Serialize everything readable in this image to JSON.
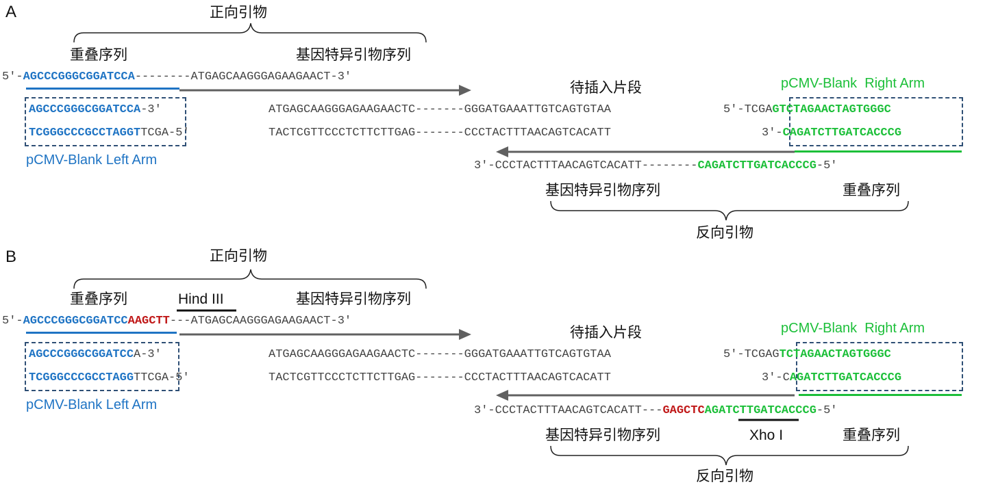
{
  "panel_a": {
    "letter": "A",
    "forward_primer_label": "正向引物",
    "overlap_label": "重叠序列",
    "gene_specific_label": "基因特异引物序列",
    "fwd_primer": {
      "prefix": "5′-",
      "overlap": "AGCCCGGGCGGATCCA",
      "gap": "--------",
      "gene": "ATGAGCAAGGGAGAAGAACT-3′"
    },
    "insert_label": "待插入片段",
    "right_arm_label": "pCMV-Blank  Right Arm",
    "left_arm_label": "pCMV-Blank Left Arm",
    "left_top": {
      "bold": "AGCCCGGGCGGATCCA",
      "rest": "-3′"
    },
    "left_bottom": {
      "bold": "TCGGGCCCGCCTAGGT",
      "rest": "TCGA-5′"
    },
    "insert_top": "ATGAGCAAGGGAGAAGAACTC",
    "insert_top_dots": "-------",
    "insert_top_end": "GGGATGAAATTGTCAGTGTAA",
    "insert_bottom": "TACTCGTTCCCTCTTCTTGAG",
    "insert_bottom_dots": "-------",
    "insert_bottom_end": "CCCTACTTTAACAGTCACATT",
    "right_top": {
      "rest": "5′-TCGA",
      "bold": "GTCTAGAACTAGTGGGC"
    },
    "right_bottom": {
      "rest": "3′-",
      "bold": "CAGATCTTGATCACCCG"
    },
    "rev_primer": {
      "gene": "3′-CCCTACTTTAACAGTCACATT",
      "gap": "--------",
      "overlap": "CAGATCTTGATCACCCG",
      "suffix": "-5′"
    },
    "rev_gene_specific_label": "基因特异引物序列",
    "rev_overlap_label": "重叠序列",
    "reverse_primer_label": "反向引物"
  },
  "panel_b": {
    "letter": "B",
    "forward_primer_label": "正向引物",
    "overlap_label": "重叠序列",
    "gene_specific_label": "基因特异引物序列",
    "site_label_fwd": "Hind III",
    "fwd_primer": {
      "prefix": "5′-",
      "overlap": "AGCCCGGGCGGATCC",
      "site": "AAGCTT",
      "gap": "---",
      "gene": "ATGAGCAAGGGAGAAGAACT-3′"
    },
    "insert_label": "待插入片段",
    "right_arm_label": "pCMV-Blank  Right Arm",
    "left_arm_label": "pCMV-Blank Left Arm",
    "left_top": {
      "bold": "AGCCCGGGCGGATCC",
      "rest": "A-3′"
    },
    "left_bottom": {
      "bold": "TCGGGCCCGCCTAGG",
      "rest": "TTCGA-5′"
    },
    "insert_top": "ATGAGCAAGGGAGAAGAACTC",
    "insert_top_dots": "-------",
    "insert_top_end": "GGGATGAAATTGTCAGTGTAA",
    "insert_bottom": "TACTCGTTCCCTCTTCTTGAG",
    "insert_bottom_dots": "-------",
    "insert_bottom_end": "CCCTACTTTAACAGTCACATT",
    "right_top": {
      "rest": "5′-TCGAG",
      "bold": "TCTAGAACTAGTGGGC"
    },
    "right_bottom": {
      "rest": "3′-C",
      "bold": "AGATCTTGATCACCCG"
    },
    "rev_primer": {
      "gene": "3′-CCCTACTTTAACAGTCACATT",
      "gap": "---",
      "site": "GAGCTC",
      "overlap": "AGATCTTGATCACCCG",
      "suffix": "-5′"
    },
    "site_label_rev": "Xho I",
    "rev_gene_specific_label": "基因特异引物序列",
    "rev_overlap_label": "重叠序列",
    "reverse_primer_label": "反向引物"
  },
  "colors": {
    "overlap_blue": "#1f74c4",
    "overlap_green": "#1cbf39",
    "restriction_red": "#c01818",
    "arrow_gray": "#606060",
    "box_dashed": "#2e4f75"
  }
}
